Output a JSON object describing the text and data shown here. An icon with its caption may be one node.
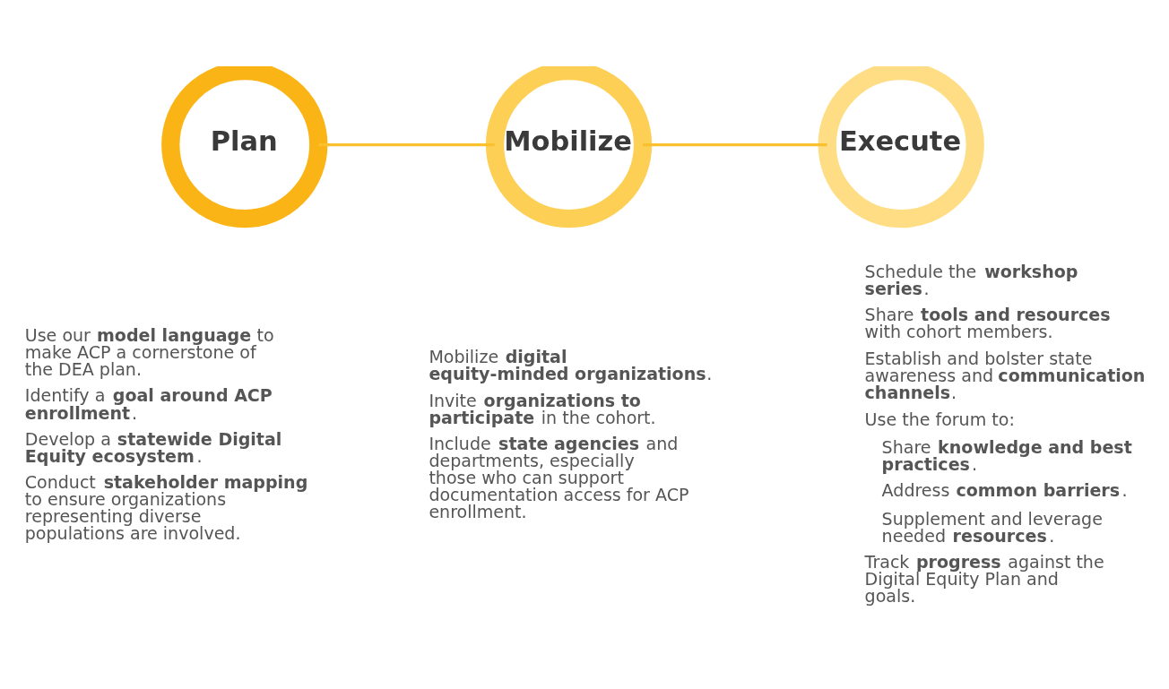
{
  "diagram": {
    "nodes": [
      {
        "text": [
          "Plan"
        ],
        "beside": [
          "Use our **model language** to make ACP a cornerstone of the DEA plan.",
          "Identify a **goal around ACP enrollment**.",
          "Develop a **statewide Digital Equity ecosystem**.",
          "Conduct **stakeholder mapping** to ensure organizations representing diverse populations are involved."
        ]
      },
      {
        "text": [
          "Mobilize"
        ],
        "beside": [
          "Mobilize **digital equity-minded organizations**.",
          "Invite **organizations to participate** in the cohort.",
          "Include **state agencies** and departments, especially those who can support documentation access for ACP enrollment."
        ]
      },
      {
        "text": [
          "Execute"
        ],
        "beside": [
          "Schedule the **workshop series**.",
          "Share **tools and resources** with cohort members.",
          "Establish and bolster state awareness and **communication channels**.",
          "Use the forum to:",
          "Share **knowledge and best practices**.",
          "Address **common barriers**.",
          "Supplement and leverage needed **resources**.",
          "Track **progress** against the Digital Equity Plan and goals."
        ]
      }
    ],
    "edges": [
      {
        "from": 0,
        "to": 1,
        "arrow": "none"
      },
      {
        "from": 1,
        "to": 2,
        "arrow": "none"
      }
    ]
  }
}
